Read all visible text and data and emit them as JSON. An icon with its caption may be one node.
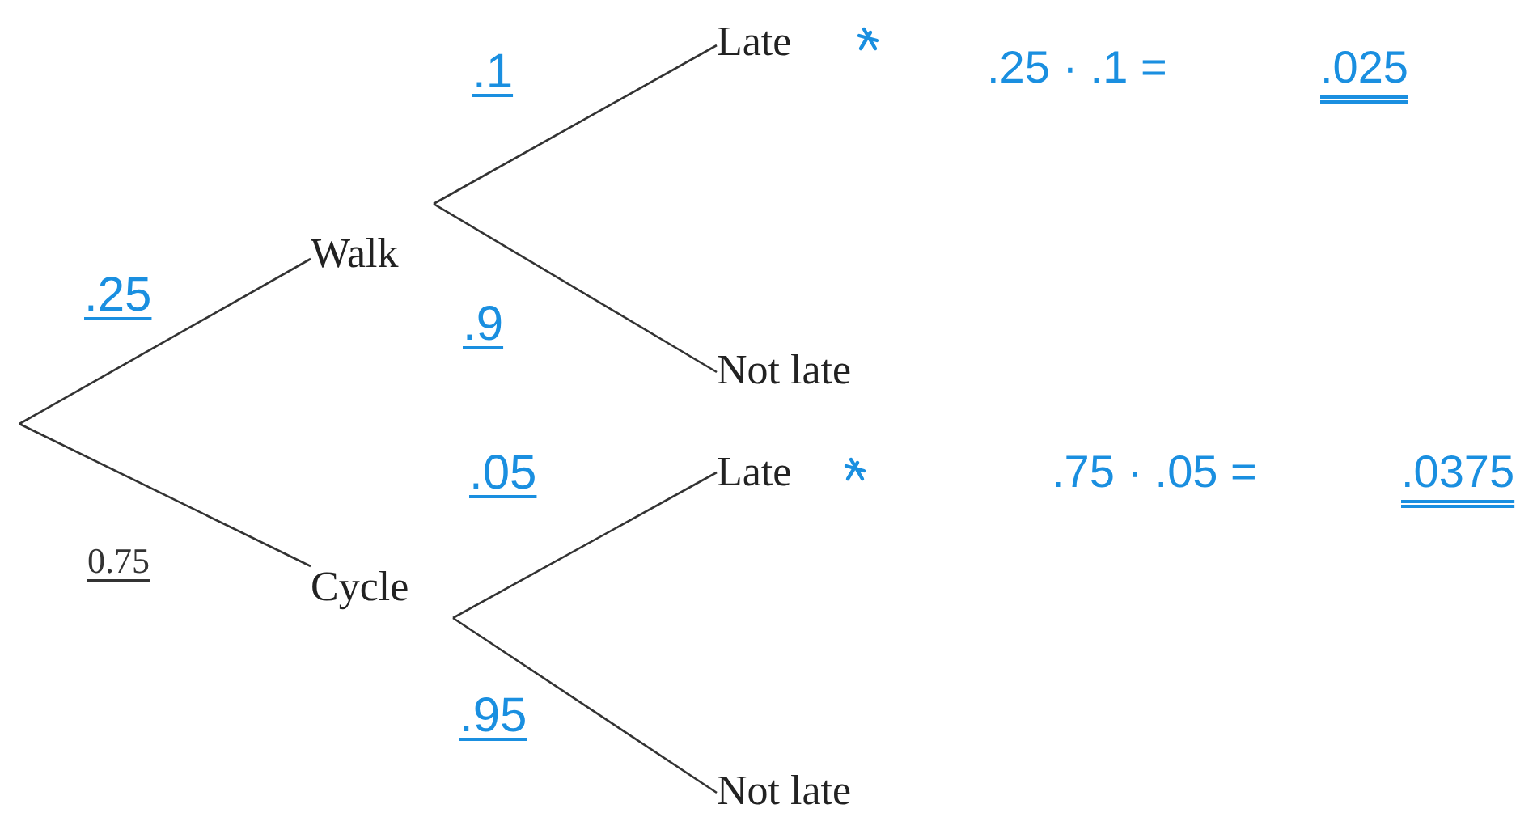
{
  "diagram": {
    "nodes": [
      {
        "text": [
          "Walk"
        ]
      },
      {
        "text": [
          "Cycle"
        ]
      },
      {
        "text": [
          "Late"
        ]
      },
      {
        "text": [
          "Not late"
        ]
      },
      {
        "text": [
          "Late"
        ]
      },
      {
        "text": [
          "Not late"
        ]
      }
    ],
    "edges": [
      {
        "from": null,
        "to": 0,
        "arrow": "none",
        "label": ".25"
      },
      {
        "from": null,
        "to": 1,
        "arrow": "none",
        "label": "0.75"
      },
      {
        "from": 0,
        "to": 2,
        "arrow": "none",
        "label": ".1"
      },
      {
        "from": 0,
        "to": 3,
        "arrow": "none",
        "label": ".9"
      },
      {
        "from": 1,
        "to": 4,
        "arrow": "none",
        "label": ".05"
      },
      {
        "from": 1,
        "to": 5,
        "arrow": "none",
        "label": ".95"
      }
    ],
    "labels": [
      ".25 · .1 =",
      ".025",
      ".75 · .05 =",
      ".0375"
    ]
  }
}
